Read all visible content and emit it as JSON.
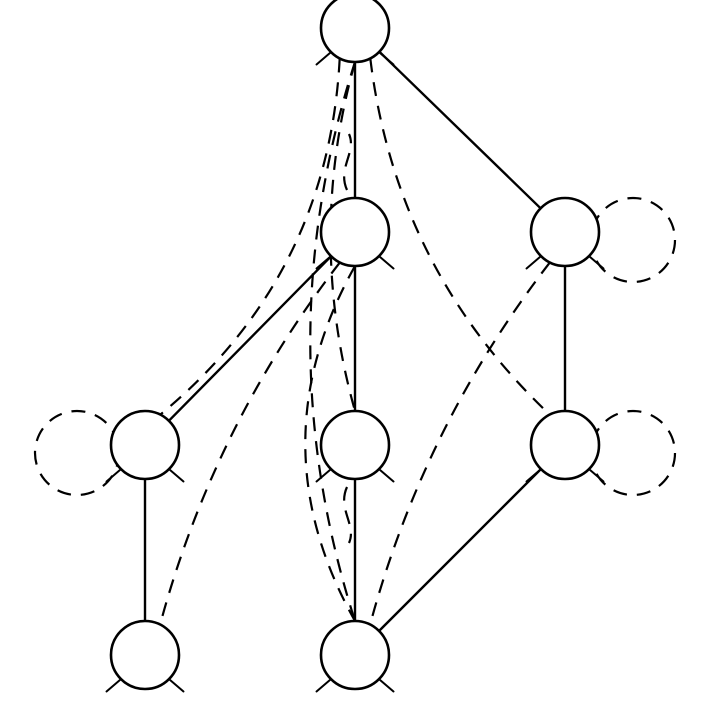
{
  "diagram": {
    "type": "graph",
    "colors": {
      "stroke": "#000000",
      "background": "#ffffff"
    },
    "nodes": [
      {
        "id": "n0"
      },
      {
        "id": "n1"
      },
      {
        "id": "n2"
      },
      {
        "id": "n3"
      },
      {
        "id": "n4"
      },
      {
        "id": "n5"
      },
      {
        "id": "n6"
      },
      {
        "id": "n7"
      },
      {
        "id": "n8"
      }
    ],
    "solid_edges": [
      {
        "from": "n0",
        "to": "n1"
      },
      {
        "from": "n0",
        "to": "n2"
      },
      {
        "from": "n1",
        "to": "n3"
      },
      {
        "from": "n1",
        "to": "n4"
      },
      {
        "from": "n2",
        "to": "n5"
      },
      {
        "from": "n3",
        "to": "n6"
      },
      {
        "from": "n4",
        "to": "n7"
      },
      {
        "from": "n5",
        "to": "n7"
      }
    ],
    "dashed_edges": [
      {
        "from": "n0",
        "to": "n3"
      },
      {
        "from": "n0",
        "to": "n4"
      },
      {
        "from": "n0",
        "to": "n5"
      },
      {
        "from": "n0",
        "to": "n7"
      },
      {
        "from": "n1",
        "to": "n6"
      },
      {
        "from": "n1",
        "to": "n7"
      },
      {
        "from": "n2",
        "to": "n7"
      },
      {
        "from": "n1",
        "to": "n1"
      },
      {
        "from": "n4",
        "to": "n4"
      }
    ],
    "self_loops": [
      "n2",
      "n3",
      "n5"
    ]
  }
}
